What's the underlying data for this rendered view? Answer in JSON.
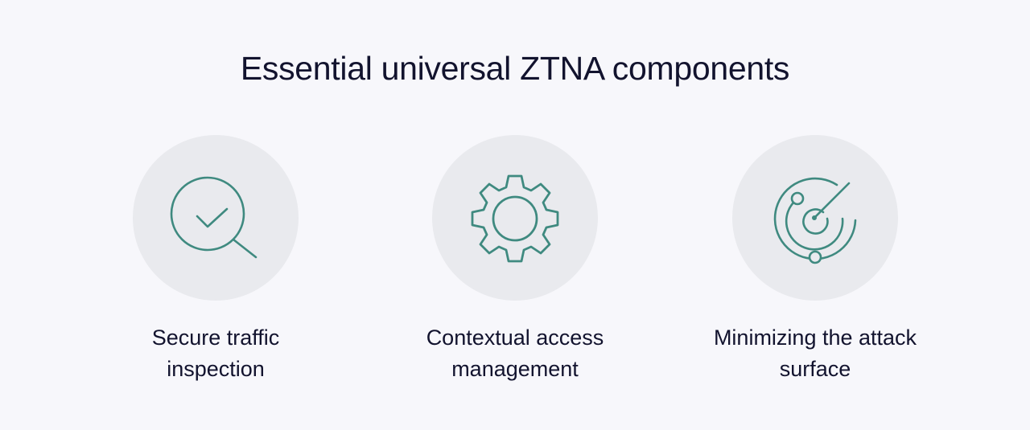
{
  "title": "Essential universal ZTNA components",
  "colors": {
    "background": "#f7f7fb",
    "circle": "#e9eaee",
    "icon_stroke": "#3f8a80",
    "text": "#12132e"
  },
  "components": [
    {
      "icon": "magnifier-check-icon",
      "label_line1": "Secure traffic",
      "label_line2": "inspection"
    },
    {
      "icon": "gear-icon",
      "label_line1": "Contextual access",
      "label_line2": "management"
    },
    {
      "icon": "radar-icon",
      "label_line1": "Minimizing the attack",
      "label_line2": "surface"
    }
  ]
}
